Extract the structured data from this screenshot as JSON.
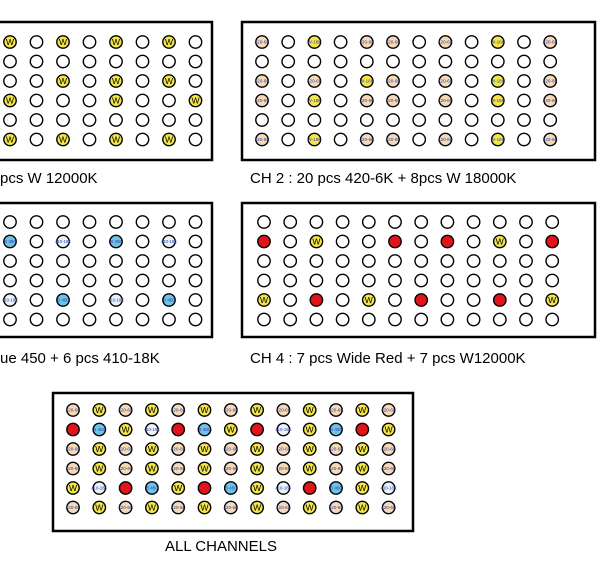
{
  "panels": [
    {
      "id": "ch1",
      "caption": "pcs   W 12000K",
      "grid": [
        [
          "W",
          "",
          "W",
          "",
          "W",
          "",
          "W",
          ""
        ],
        [
          "",
          "",
          "",
          "",
          "",
          "",
          "",
          ""
        ],
        [
          "",
          "",
          "W",
          "",
          "W",
          "",
          "W",
          ""
        ],
        [
          "W",
          "",
          "",
          "",
          "W",
          "",
          "",
          "W"
        ],
        [
          "",
          "",
          "",
          "",
          "",
          "",
          "",
          ""
        ],
        [
          "W",
          "",
          "W",
          "",
          "W",
          "",
          "W",
          ""
        ]
      ]
    },
    {
      "id": "ch2",
      "caption": "CH 2 :     20 pcs    420-6K + 8pcs W 18000K",
      "grid": [
        [
          "420-6K",
          "",
          "W-18K",
          "",
          "420-6K",
          "420-6K",
          "",
          "420-6K",
          "",
          "W-18K",
          "",
          "420-6K"
        ],
        [
          "",
          "",
          "",
          "",
          "",
          "",
          "",
          "",
          "",
          "",
          "",
          ""
        ],
        [
          "420-6K",
          "",
          "420-6K",
          "",
          "W-18K",
          "420-6K",
          "",
          "420-6K",
          "",
          "W-18K",
          "",
          "420-6K"
        ],
        [
          "420-6K",
          "",
          "W-18K",
          "",
          "420-6K",
          "420-6K",
          "",
          "420-6K",
          "",
          "W-18K",
          "",
          "420-6K"
        ],
        [
          "",
          "",
          "",
          "",
          "",
          "",
          "",
          "",
          "",
          "",
          "",
          ""
        ],
        [
          "420-6K",
          "",
          "W-18K",
          "",
          "420-6K",
          "420-6K",
          "",
          "420-6K",
          "",
          "W-18K",
          "",
          "420-6K"
        ]
      ]
    },
    {
      "id": "ch3",
      "caption": "ue 450  +  6 pcs  410-18K",
      "grid": [
        [
          "",
          "",
          "",
          "",
          "",
          "",
          "",
          ""
        ],
        [
          "B 450",
          "",
          "410-18K",
          "",
          "B 450",
          "",
          "410-18K",
          ""
        ],
        [
          "",
          "",
          "",
          "",
          "",
          "",
          "",
          ""
        ],
        [
          "",
          "",
          "",
          "",
          "",
          "",
          "",
          ""
        ],
        [
          "410-18K",
          "",
          "B 450",
          "",
          "410-18K",
          "",
          "B 450",
          ""
        ],
        [
          "",
          "",
          "",
          "",
          "",
          "",
          "",
          ""
        ]
      ]
    },
    {
      "id": "ch4",
      "caption": "CH 4 :   7 pcs  Wide Red + 7 pcs  W12000K",
      "grid": [
        [
          "",
          "",
          "",
          "",
          "",
          "",
          "",
          "",
          "",
          "",
          "",
          ""
        ],
        [
          "RED",
          "",
          "W",
          "",
          "",
          "RED",
          "",
          "RED",
          "",
          "W",
          "",
          "RED"
        ],
        [
          "",
          "",
          "",
          "",
          "",
          "",
          "",
          "",
          "",
          "",
          "",
          ""
        ],
        [
          "",
          "",
          "",
          "",
          "",
          "",
          "",
          "",
          "",
          "",
          "",
          ""
        ],
        [
          "W",
          "",
          "RED",
          "",
          "W",
          "",
          "RED",
          "",
          "",
          "RED",
          "",
          "W"
        ],
        [
          "",
          "",
          "",
          "",
          "",
          "",
          "",
          "",
          "",
          "",
          "",
          ""
        ]
      ]
    },
    {
      "id": "all",
      "caption": "ALL CHANNELS",
      "grid": [
        [
          "420-6K",
          "W",
          "420-6K",
          "W",
          "420-6K",
          "W",
          "420-6K",
          "W",
          "420-6K",
          "W",
          "420-6K",
          "W",
          "420-6K"
        ],
        [
          "RED",
          "B 450",
          "W",
          "410-18K",
          "RED",
          "B 450",
          "W",
          "RED",
          "410-18K",
          "W",
          "B 450",
          "RED",
          "W"
        ],
        [
          "420-6K",
          "W",
          "420-6K",
          "W",
          "420-6K",
          "W",
          "420-6K",
          "W",
          "420-6K",
          "W",
          "420-6K",
          "W",
          "420-6K"
        ],
        [
          "420-6K",
          "W",
          "420-6K",
          "W",
          "420-6K",
          "W",
          "420-6K",
          "W",
          "420-6K",
          "W",
          "420-6K",
          "W",
          "420-6K"
        ],
        [
          "W",
          "410-18K",
          "RED",
          "B 450",
          "W",
          "RED",
          "B 450",
          "W",
          "410-18K",
          "RED",
          "B 450",
          "W",
          "410-18K"
        ],
        [
          "420-6K",
          "W",
          "420-6K",
          "W",
          "420-6K",
          "W",
          "420-6K",
          "W",
          "420-6K",
          "W",
          "420-6K",
          "W",
          "420-6K"
        ]
      ]
    }
  ],
  "colors": {
    "white_w": "#f4e64a",
    "red": "#e0141b",
    "blue_450": "#6ec3e8",
    "cool_410": "#e8f3fb",
    "warm_420": "#f6d9b6",
    "label_blue": "#2b3d9c"
  }
}
